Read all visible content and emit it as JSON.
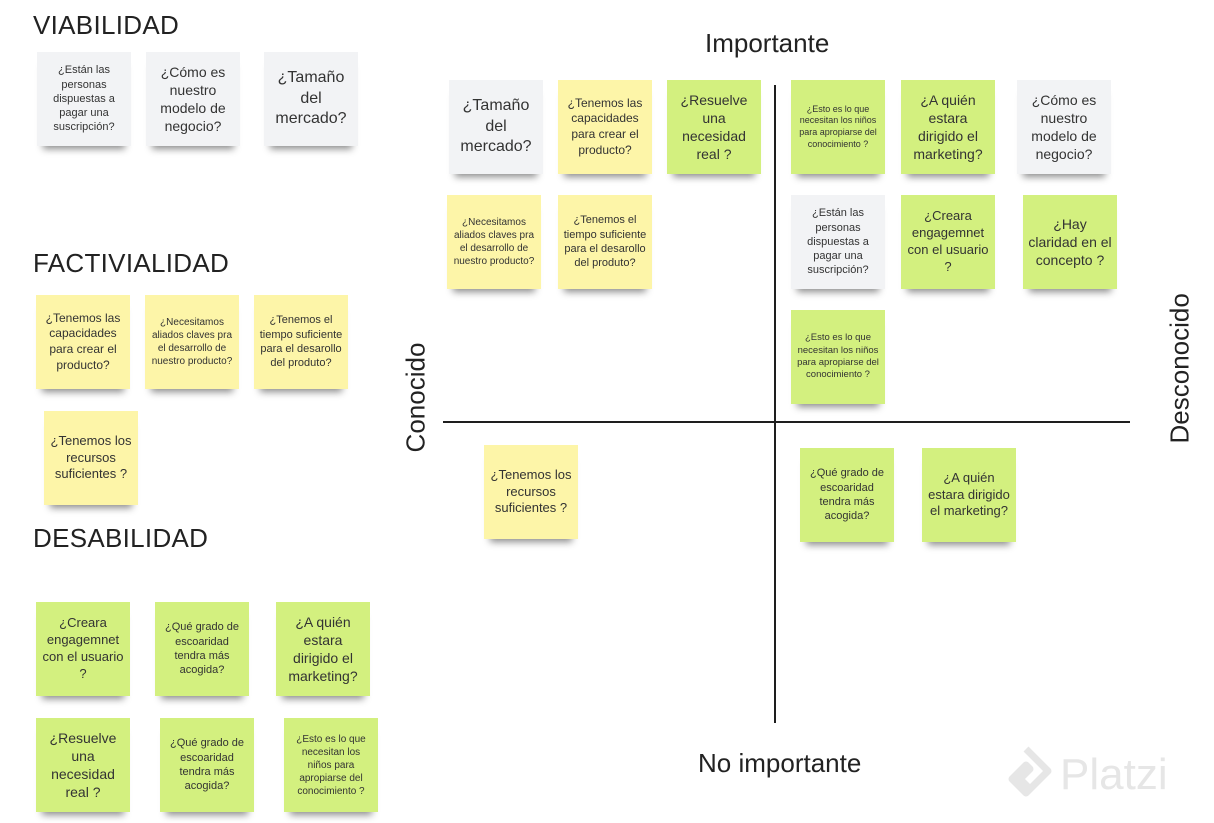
{
  "sections": {
    "viabilidad": "VIABILIDAD",
    "factibilidad": "FACTIVIALIDAD",
    "deseabilidad": "DESABILIDAD"
  },
  "axes": {
    "top": "Importante",
    "bottom": "No importante",
    "left": "Conocido",
    "right": "Desconocido"
  },
  "colors": {
    "gray": "#f2f3f5",
    "yellow": "#fdf5a8",
    "green": "#d3f07f"
  },
  "left_notes": [
    {
      "text": "¿Están las personas dispuestas a pagar una suscripción?",
      "color": "gray"
    },
    {
      "text": "¿Cómo es nuestro modelo de negocio?",
      "color": "gray"
    },
    {
      "text": "¿Tamaño del mercado?",
      "color": "gray"
    },
    {
      "text": "¿Tenemos las capacidades para crear el producto?",
      "color": "yellow"
    },
    {
      "text": "¿Necesitamos aliados claves pra el desarrollo de nuestro producto?",
      "color": "yellow"
    },
    {
      "text": "¿Tenemos el tiempo suficiente para el desarollo del produto?",
      "color": "yellow"
    },
    {
      "text": "¿Tenemos los recursos suficientes ?",
      "color": "yellow"
    },
    {
      "text": "¿Creara engagemnet con el usuario ?",
      "color": "green"
    },
    {
      "text": "¿Qué grado de escoaridad tendra más acogida?",
      "color": "green"
    },
    {
      "text": "¿A quién estara dirigido el marketing?",
      "color": "green"
    },
    {
      "text": "¿Resuelve una necesidad real ?",
      "color": "green"
    },
    {
      "text": "¿Qué grado de escoaridad tendra más acogida?",
      "color": "green"
    },
    {
      "text": "¿Esto es lo que necesitan los niños para apropiarse del conocimiento  ?",
      "color": "green"
    }
  ],
  "matrix_notes": [
    {
      "text": "¿Tamaño del mercado?",
      "color": "gray"
    },
    {
      "text": "¿Tenemos las capacidades para crear el producto?",
      "color": "yellow"
    },
    {
      "text": "¿Resuelve una necesidad real ?",
      "color": "green"
    },
    {
      "text": "¿Esto es lo que necesitan los niños para apropiarse del conocimiento  ?",
      "color": "green"
    },
    {
      "text": "¿A quién estara dirigido el marketing?",
      "color": "green"
    },
    {
      "text": "¿Cómo es nuestro modelo de negocio?",
      "color": "gray"
    },
    {
      "text": "¿Necesitamos aliados claves pra el desarrollo de nuestro producto?",
      "color": "yellow"
    },
    {
      "text": "¿Tenemos el tiempo suficiente para el desarollo del produto?",
      "color": "yellow"
    },
    {
      "text": "¿Están las personas dispuestas a pagar una suscripción?",
      "color": "gray"
    },
    {
      "text": "¿Creara engagemnet con el usuario ?",
      "color": "green"
    },
    {
      "text": "¿Hay claridad en el concepto ?",
      "color": "green"
    },
    {
      "text": "¿Esto es lo que necesitan los niños para apropiarse del conocimiento  ?",
      "color": "green"
    },
    {
      "text": "¿Tenemos los recursos suficientes ?",
      "color": "yellow"
    },
    {
      "text": "¿Qué grado de escoaridad tendra más acogida?",
      "color": "green"
    },
    {
      "text": "¿A quién estara dirigido el marketing?",
      "color": "green"
    }
  ],
  "watermark": "Platzi"
}
